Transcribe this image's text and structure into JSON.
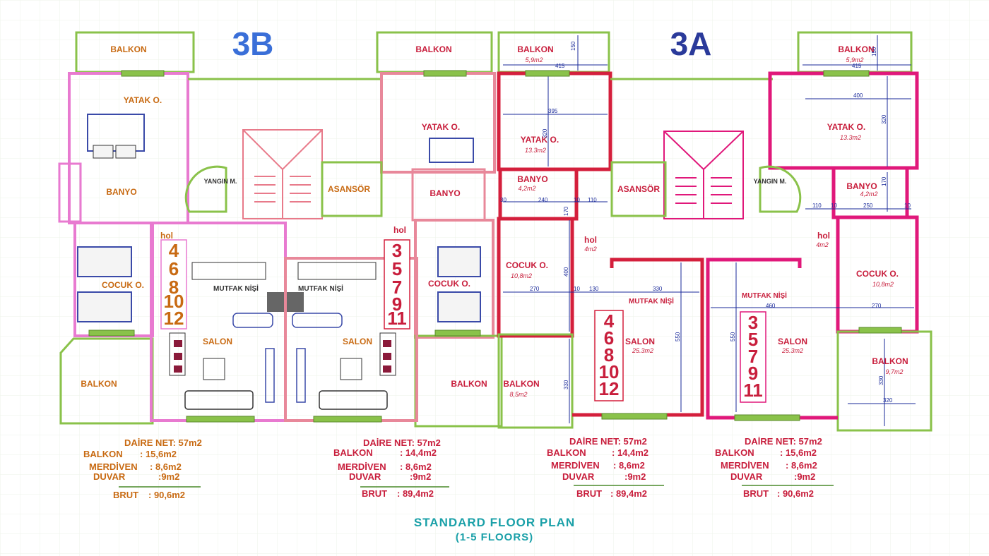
{
  "unit_titles": {
    "b": "3B",
    "a": "3A"
  },
  "caption": {
    "line1": "STANDARD FLOOR PLAN",
    "line2": "(1-5 FLOORS)"
  },
  "colors": {
    "title_blue": "#3a6fd8",
    "title_navy": "#2a3a9a",
    "caption_teal": "#1aa0a8",
    "wall_red": "#d41f3c",
    "wall_magenta": "#e0187a",
    "wall_pink": "#e87ad0",
    "wall_green": "#8ac24a",
    "label_orange": "#c86a12",
    "label_red": "#c81e3c",
    "dim_blue": "#1a2a9a"
  },
  "rooms": {
    "balkon": "BALKON",
    "yatak": "YATAK O.",
    "banyo": "BANYO",
    "cocuk": "COCUK O.",
    "salon": "SALON",
    "mutfak": "MUTFAK NİŞİ",
    "hol": "hol",
    "yangin": "YANGIN M.",
    "asansor": "ASANSÖR"
  },
  "areas_3a_left": {
    "balkon_top": "5,9m2",
    "yatak": "13.3m2",
    "banyo": "4,2m2",
    "cocuk": "10,8m2",
    "hol": "4m2",
    "balkon_bottom": "8,5m2",
    "salon": "25.3m2"
  },
  "areas_3a_right": {
    "balkon_top": "5,9m2",
    "yatak": "13.3m2",
    "banyo": "4,2m2",
    "cocuk": "10,8m2",
    "hol": "4m2",
    "balkon_bottom": "9,7m2",
    "salon": "25.3m2"
  },
  "floor_numbers": {
    "even": [
      "4",
      "6",
      "8",
      "10",
      "12"
    ],
    "odd": [
      "3",
      "5",
      "7",
      "9",
      "11"
    ]
  },
  "dimensions": {
    "d415a": "415",
    "d395": "395",
    "d320a": "320",
    "d240": "240",
    "d110a": "110",
    "d10a": "10",
    "d30a": "30",
    "d170a": "170",
    "d400a": "400",
    "d270a": "270",
    "d130": "130",
    "d330a": "330",
    "d550a": "550",
    "d330b": "330",
    "d415b": "415",
    "d400b": "400",
    "d320b": "320",
    "d110b": "110",
    "d10b": "10",
    "d250": "250",
    "d170b": "170",
    "d460": "460",
    "d270b": "270",
    "d550b": "550",
    "d330c": "330",
    "d320c": "320",
    "d150a": "150",
    "d150b": "150",
    "d10c": "10",
    "d10d": "10"
  },
  "summaries": [
    {
      "daire": "DAİRE NET: 57m2",
      "balkon_k": "BALKON",
      "balkon_v": ": 15,6m2",
      "merdiven_k": "MERDİVEN",
      "merdiven_v": ": 8,6m2",
      "duvar_k": "DUVAR",
      "duvar_v": ":9m2",
      "brut_k": "BRUT",
      "brut_v": ": 90,6m2"
    },
    {
      "daire": "DAİRE NET: 57m2",
      "balkon_k": "BALKON",
      "balkon_v": ": 14,4m2",
      "merdiven_k": "MERDİVEN",
      "merdiven_v": ": 8,6m2",
      "duvar_k": "DUVAR",
      "duvar_v": ":9m2",
      "brut_k": "BRUT",
      "brut_v": ": 89,4m2"
    },
    {
      "daire": "DAİRE NET: 57m2",
      "balkon_k": "BALKON",
      "balkon_v": ": 14,4m2",
      "merdiven_k": "MERDİVEN",
      "merdiven_v": ": 8,6m2",
      "duvar_k": "DUVAR",
      "duvar_v": ":9m2",
      "brut_k": "BRUT",
      "brut_v": ": 89,4m2"
    },
    {
      "daire": "DAİRE NET: 57m2",
      "balkon_k": "BALKON",
      "balkon_v": ": 15,6m2",
      "merdiven_k": "MERDİVEN",
      "merdiven_v": ": 8,6m2",
      "duvar_k": "DUVAR",
      "duvar_v": ":9m2",
      "brut_k": "BRUT",
      "brut_v": ": 90,6m2"
    }
  ]
}
